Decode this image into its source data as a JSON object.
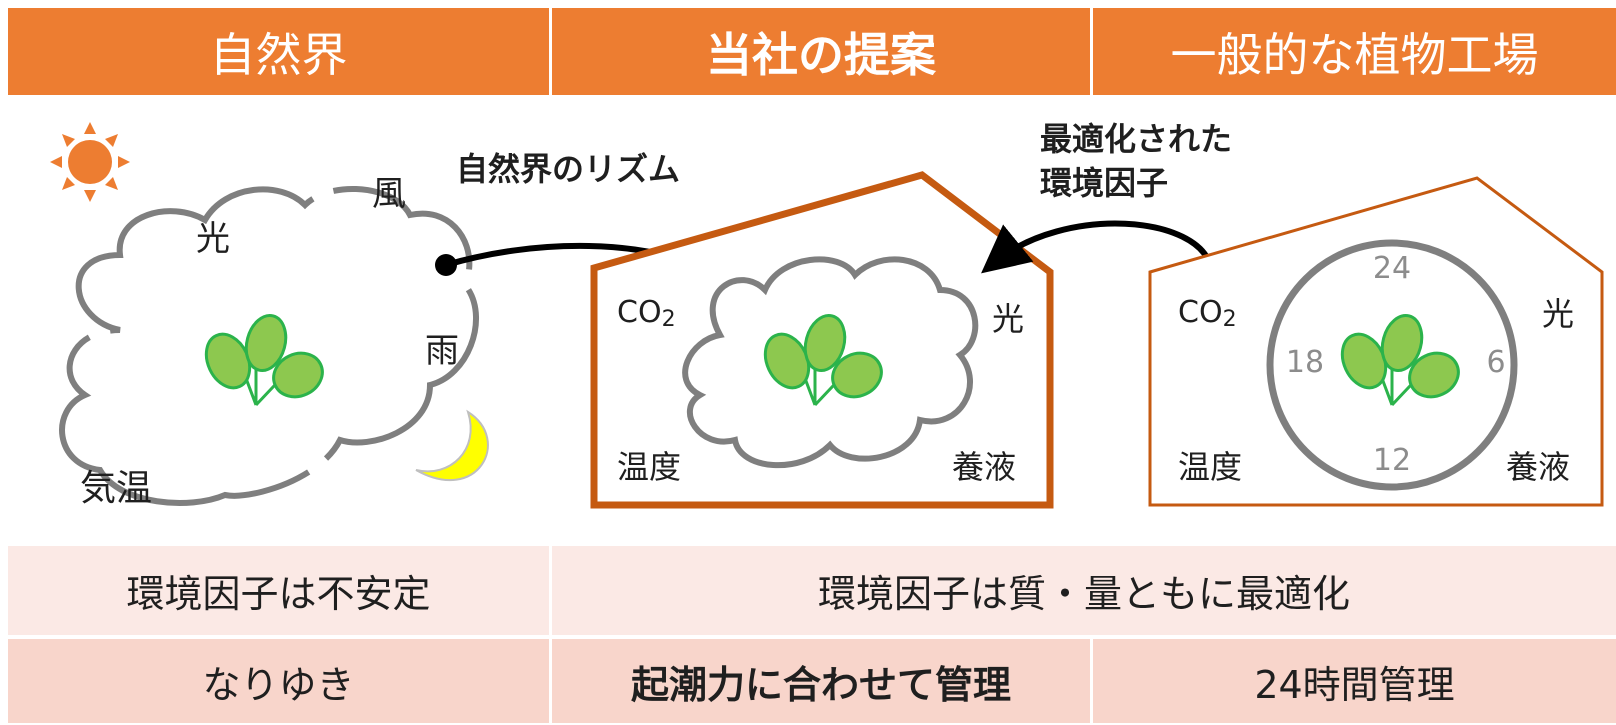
{
  "headers": [
    "自然界",
    "当社の提案",
    "一般的な植物工場"
  ],
  "nature": {
    "labels": {
      "light": "光",
      "wind": "風",
      "rain": "雨",
      "temperature": "気温"
    },
    "arrow_label": "自然界のリズム"
  },
  "proposal": {
    "labels": {
      "co2": "CO",
      "co2_sub": "2",
      "light": "光",
      "temperature": "温度",
      "nutrient": "養液"
    }
  },
  "factory": {
    "arrow_label_line1": "最適化された",
    "arrow_label_line2": "環境因子",
    "labels": {
      "co2": "CO",
      "co2_sub": "2",
      "light": "光",
      "temperature": "温度",
      "nutrient": "養液"
    },
    "clock": {
      "top": "24",
      "right": "6",
      "bottom": "12",
      "left": "18"
    }
  },
  "row1": {
    "nature": "環境因子は不安定",
    "optimized": "環境因子は質・量ともに最適化"
  },
  "row2": {
    "nature": "なりゆき",
    "proposal": "起潮力に合わせて管理",
    "factory": "24時間管理"
  },
  "colors": {
    "orange": "#ED7D31",
    "house_outline": "#C55A11",
    "leaf_fill": "#8DC84F",
    "leaf_stroke": "#2BB34B",
    "cloud_stroke": "#7F7F7F",
    "sun": "#ED7D31",
    "moon": "#FFFF00",
    "row1_bg": "#FBE9E5",
    "row2_bg": "#F8D5CB"
  }
}
